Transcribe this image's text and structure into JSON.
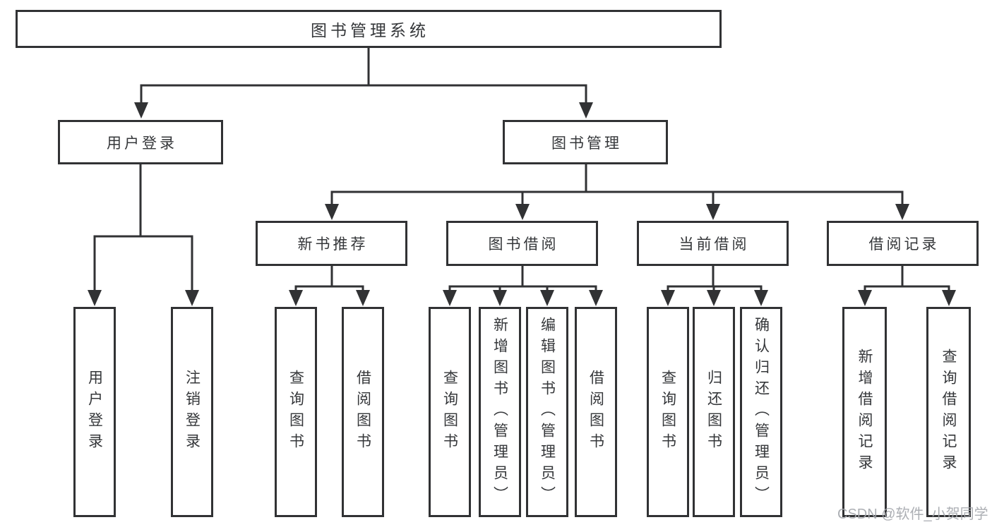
{
  "watermark": "CSDN @软件_小贺同学",
  "colors": {
    "line": "#313234",
    "text": "#35373a",
    "box_background": "#ffffff",
    "watermark": "#a4a7ac",
    "page_background": "#ffffff"
  },
  "tree": {
    "root": {
      "label": "图书管理系统",
      "children": [
        {
          "label": "用户登录",
          "children": [
            {
              "label": "用户登录"
            },
            {
              "label": "注销登录"
            }
          ]
        },
        {
          "label": "图书管理",
          "children": [
            {
              "label": "新书推荐",
              "children": [
                {
                  "label": "查询图书"
                },
                {
                  "label": "借阅图书"
                }
              ]
            },
            {
              "label": "图书借阅",
              "children": [
                {
                  "label": "查询图书"
                },
                {
                  "label": "新增图书（管理员）"
                },
                {
                  "label": "编辑图书（管理员）"
                },
                {
                  "label": "借阅图书"
                }
              ]
            },
            {
              "label": "当前借阅",
              "children": [
                {
                  "label": "查询图书"
                },
                {
                  "label": "归还图书"
                },
                {
                  "label": "确认归还（管理员）"
                }
              ]
            },
            {
              "label": "借阅记录",
              "children": [
                {
                  "label": "新增借阅记录"
                },
                {
                  "label": "查询借阅记录"
                }
              ]
            }
          ]
        }
      ]
    }
  }
}
